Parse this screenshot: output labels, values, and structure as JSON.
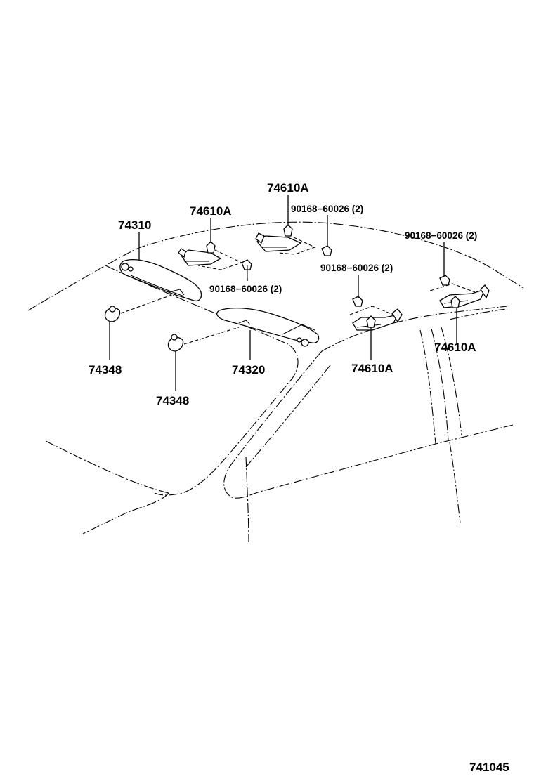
{
  "diagram": {
    "labels": {
      "visor_left": "74310",
      "visor_right": "74320",
      "holder_left": "74348",
      "holder_right": "74348",
      "grip_1": "74610A",
      "grip_2": "74610A",
      "grip_3": "74610A",
      "grip_4": "74610A",
      "screw_1": "90168−60026 (2)",
      "screw_2": "90168−60026 (2)",
      "screw_3": "90168−60026 (2)",
      "screw_4": "90168−60026 (2)",
      "figure_number": "741045"
    }
  }
}
